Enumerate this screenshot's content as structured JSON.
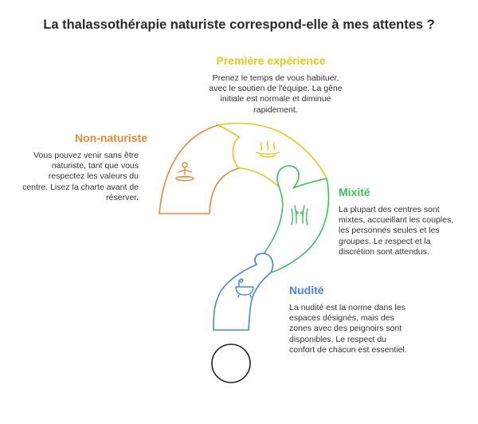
{
  "title": "La thalassothérapie naturiste correspond-elle à mes attentes ?",
  "colors": {
    "premiere": "#e8c61c",
    "non_naturiste": "#e8893a",
    "mixite": "#3fc05e",
    "nudite": "#4a86d8",
    "dot": "#222222"
  },
  "segments": {
    "premiere": {
      "heading": "Première expérience",
      "text": "Prenez le temps de vous habituer, avec le soutien de l'équipe. La gêne initiale est normale et diminue rapidement.",
      "icon": "hot-spring-icon"
    },
    "non_naturiste": {
      "heading": "Non-naturiste",
      "text": "Vous pouvez venir sans être naturiste, tant que vous respectez les valeurs du centre. Lisez la charte avant de réserver.",
      "icon": "meditation-person-icon"
    },
    "mixite": {
      "heading": "Mixité",
      "text": "La plupart des centres sont mixtes, accueillant les couples, les personnes seules et les groupes. Le respect et la discrétion sont attendus.",
      "icon": "body-torso-icon"
    },
    "nudite": {
      "heading": "Nudité",
      "text": "La nudité est la norme dans les espaces désignés, mais des zones avec des peignoirs sont disponibles. Le respect du confort de chacun est essentiel.",
      "icon": "bathtub-icon"
    }
  }
}
